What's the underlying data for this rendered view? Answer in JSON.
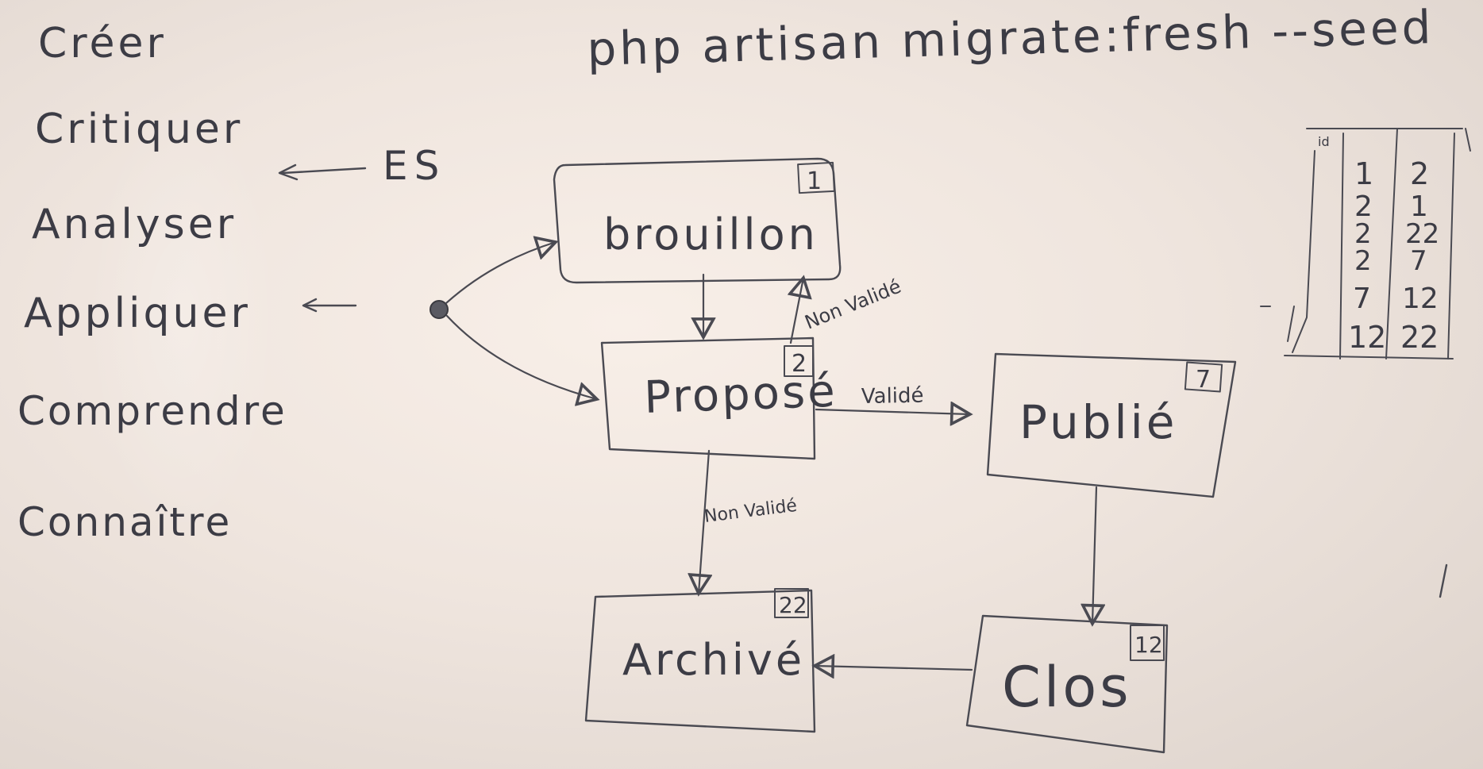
{
  "command": "php artisan migrate:fresh --seed",
  "taxonomy": {
    "levels": [
      "Créer",
      "Critiquer",
      "Analyser",
      "Appliquer",
      "Comprendre",
      "Connaître"
    ],
    "es_label": "ES"
  },
  "states": {
    "brouillon": {
      "label": "brouillon",
      "id": "1"
    },
    "propose": {
      "label": "Proposé",
      "id": "2"
    },
    "publie": {
      "label": "Publié",
      "id": "7"
    },
    "archive": {
      "label": "Archivé",
      "id": "22"
    },
    "clos": {
      "label": "Clos",
      "id": "12"
    }
  },
  "transitions": {
    "non_valide_up": "Non Validé",
    "valide": "Validé",
    "non_valide_down": "Non Validé"
  },
  "table": {
    "header": "id",
    "rows": [
      [
        "1",
        "2"
      ],
      [
        "2",
        "1"
      ],
      [
        "2",
        "22"
      ],
      [
        "2",
        "7"
      ],
      [
        "7",
        "12"
      ],
      [
        "12",
        "22"
      ]
    ]
  }
}
